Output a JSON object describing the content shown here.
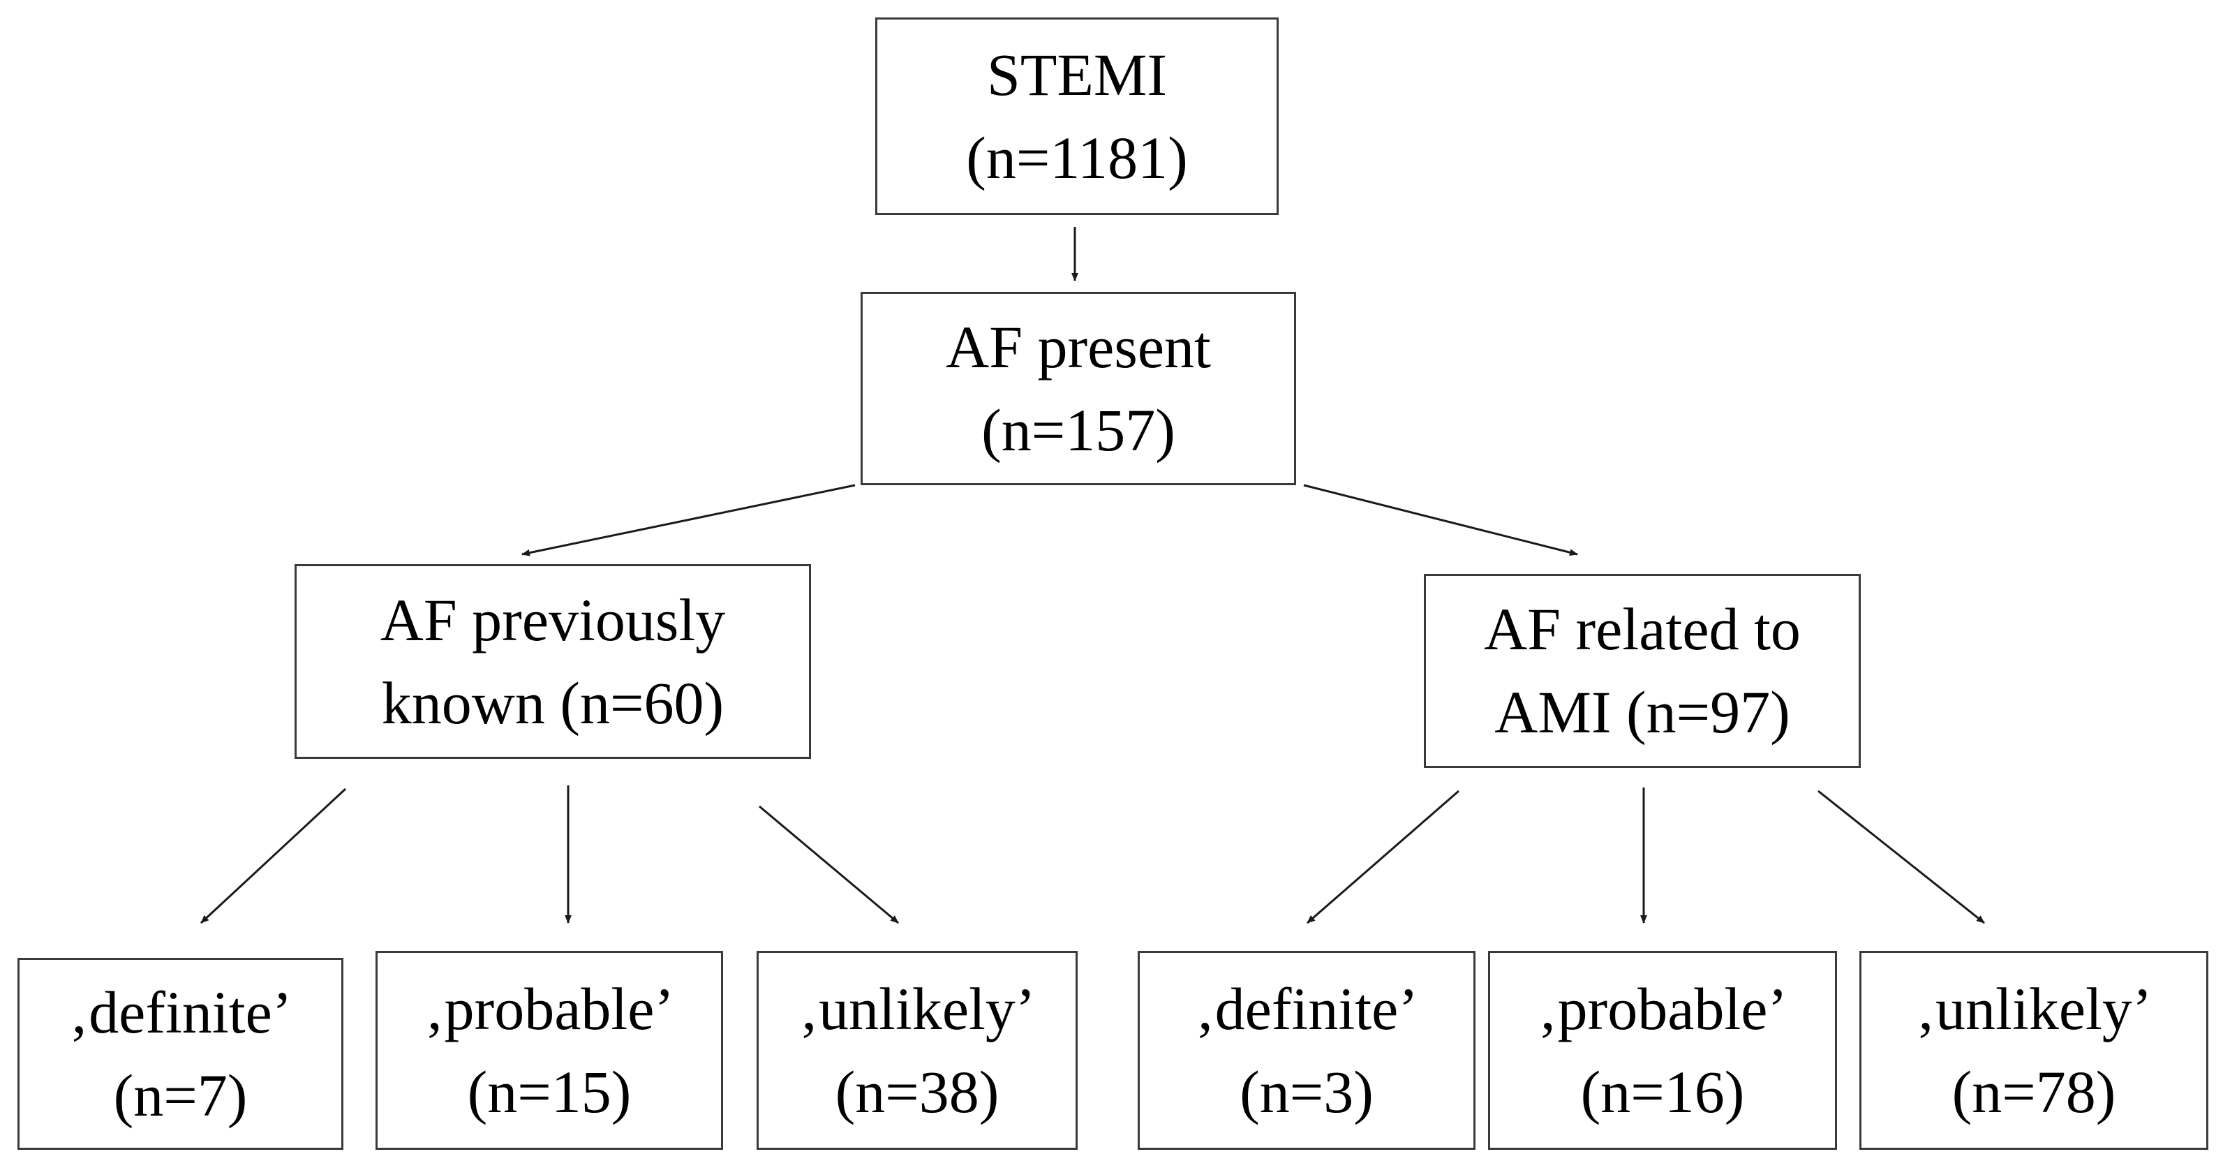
{
  "nodes": {
    "stemi": {
      "line1": "STEMI",
      "line2": "(n=1181)"
    },
    "af_present": {
      "line1": "AF present",
      "line2": "(n=157)"
    },
    "af_previously_known": {
      "line1": "AF previously",
      "line2": "known (n=60)"
    },
    "af_related_to_ami": {
      "line1": "AF related to",
      "line2": "AMI (n=97)"
    },
    "prev_definite": {
      "line1": "‚definite’",
      "line2": "(n=7)"
    },
    "prev_probable": {
      "line1": "‚probable’",
      "line2": "(n=15)"
    },
    "prev_unlikely": {
      "line1": "‚unlikely’",
      "line2": "(n=38)"
    },
    "ami_definite": {
      "line1": "‚definite’",
      "line2": "(n=3)"
    },
    "ami_probable": {
      "line1": "‚probable’",
      "line2": "(n=16)"
    },
    "ami_unlikely": {
      "line1": "‚unlikely’",
      "line2": "(n=78)"
    }
  },
  "edges": [
    {
      "from": "stemi",
      "to": "af_present"
    },
    {
      "from": "af_present",
      "to": "af_previously_known"
    },
    {
      "from": "af_present",
      "to": "af_related_to_ami"
    },
    {
      "from": "af_previously_known",
      "to": "prev_definite"
    },
    {
      "from": "af_previously_known",
      "to": "prev_probable"
    },
    {
      "from": "af_previously_known",
      "to": "prev_unlikely"
    },
    {
      "from": "af_related_to_ami",
      "to": "ami_definite"
    },
    {
      "from": "af_related_to_ami",
      "to": "ami_probable"
    },
    {
      "from": "af_related_to_ami",
      "to": "ami_unlikely"
    }
  ],
  "colors": {
    "line": "#1a1a1a",
    "box_border": "#3a3a3a",
    "text": "#000000"
  }
}
